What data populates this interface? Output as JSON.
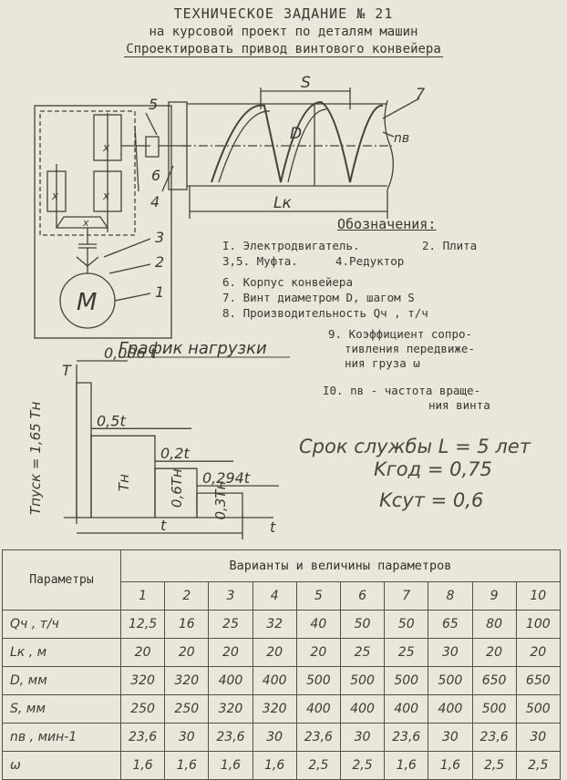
{
  "header": {
    "title": "ТЕХНИЧЕСКОЕ ЗАДАНИЕ № 21",
    "subtitle": "на курсовой проект по деталям машин",
    "task": "Спроектировать привод винтового конвейера"
  },
  "diagram": {
    "labels": [
      "5",
      "7",
      "6",
      "4",
      "3",
      "2",
      "1"
    ],
    "motor_letter": "M",
    "dim_s": "S",
    "dim_d": "D",
    "dim_lk": "Lк",
    "dim_nb": "nв",
    "gear_mark": "x"
  },
  "legend": {
    "title": "Обозначения:",
    "items": [
      "I. Электродвигатель.",
      "2. Плита",
      "3,5. Муфта.",
      "4.Редуктор",
      "6. Корпус конвейера",
      "7. Винт диаметром D, шагом S",
      "8. Производительность Qч , т/ч",
      "9. Коэффициент сопро-",
      "тивления передвиже-",
      "ния груза ω",
      "I0. nв - частота враще-",
      "ния винта"
    ]
  },
  "load_graph": {
    "title": "График нагрузки",
    "y_axis": "T",
    "x_axis": "t",
    "total_time": "t",
    "peak_label": "Tпуск = 1,65 Tн",
    "segments": [
      {
        "time": "0,006 t",
        "value": "",
        "level": 1.65
      },
      {
        "time": "0,5t",
        "value": "Tн",
        "level": 1.0
      },
      {
        "time": "0,2t",
        "value": "0,6Tн",
        "level": 0.6
      },
      {
        "time": "0,294t",
        "value": "0,3Tн",
        "level": 0.3
      }
    ]
  },
  "conditions": {
    "service_life": "Срок службы L = 5 лет",
    "k_year": "Kгод = 0,75",
    "k_day": "Kсут = 0,6"
  },
  "table": {
    "param_header": "Параметры",
    "variants_header": "Варианты и величины параметров",
    "variants": [
      "1",
      "2",
      "3",
      "4",
      "5",
      "6",
      "7",
      "8",
      "9",
      "10"
    ],
    "rows": [
      {
        "label": "Qч , т/ч",
        "values": [
          "12,5",
          "16",
          "25",
          "32",
          "40",
          "50",
          "50",
          "65",
          "80",
          "100"
        ]
      },
      {
        "label": "Lк , м",
        "values": [
          "20",
          "20",
          "20",
          "20",
          "20",
          "25",
          "25",
          "30",
          "20",
          "20"
        ]
      },
      {
        "label": "D, мм",
        "values": [
          "320",
          "320",
          "400",
          "400",
          "500",
          "500",
          "500",
          "500",
          "650",
          "650"
        ]
      },
      {
        "label": "S, мм",
        "values": [
          "250",
          "250",
          "320",
          "320",
          "400",
          "400",
          "400",
          "400",
          "500",
          "500"
        ]
      },
      {
        "label": "nв , мин-1",
        "values": [
          "23,6",
          "30",
          "23,6",
          "30",
          "23,6",
          "30",
          "23,6",
          "30",
          "23,6",
          "30"
        ]
      },
      {
        "label": "ω",
        "values": [
          "1,6",
          "1,6",
          "1,6",
          "1,6",
          "2,5",
          "2,5",
          "1,6",
          "1,6",
          "2,5",
          "2,5"
        ]
      }
    ]
  }
}
